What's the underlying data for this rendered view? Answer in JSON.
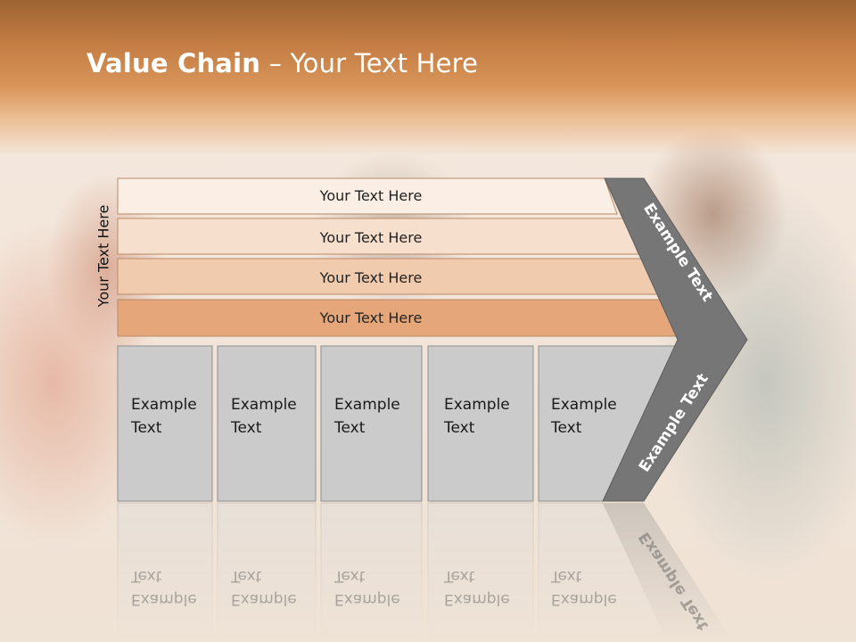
{
  "slide": {
    "title_bold": "Value Chain",
    "title_rest": " – Your Text Here",
    "side_label": "Your Text Here"
  },
  "support_bars": [
    {
      "label": "Your Text Here",
      "fill": "#fbeee5"
    },
    {
      "label": "Your Text Here",
      "fill": "#f7dfcd"
    },
    {
      "label": "Your Text Here",
      "fill": "#f1cbad"
    },
    {
      "label": "Your Text Here",
      "fill": "#e5a77a"
    }
  ],
  "primary_boxes": [
    {
      "line1": "Example",
      "line2": "Text"
    },
    {
      "line1": "Example",
      "line2": "Text"
    },
    {
      "line1": "Example",
      "line2": "Text"
    },
    {
      "line1": "Example",
      "line2": "Text"
    },
    {
      "line1": "Example",
      "line2": "Text"
    }
  ],
  "arrow_labels": {
    "upper": "Example Text",
    "lower": "Example Text"
  },
  "colors": {
    "header": "#c57e45",
    "bar_border": "#b88a66",
    "box_fill": "#cbcbcb",
    "box_border": "#8f8f8f",
    "arrow_fill": "#767676"
  }
}
